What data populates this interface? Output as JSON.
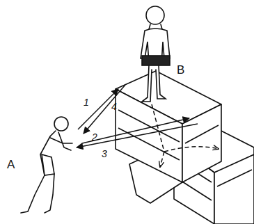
{
  "diagram": {
    "labels": [
      "A",
      "B",
      "1",
      "4",
      "2",
      "3"
    ]
  }
}
